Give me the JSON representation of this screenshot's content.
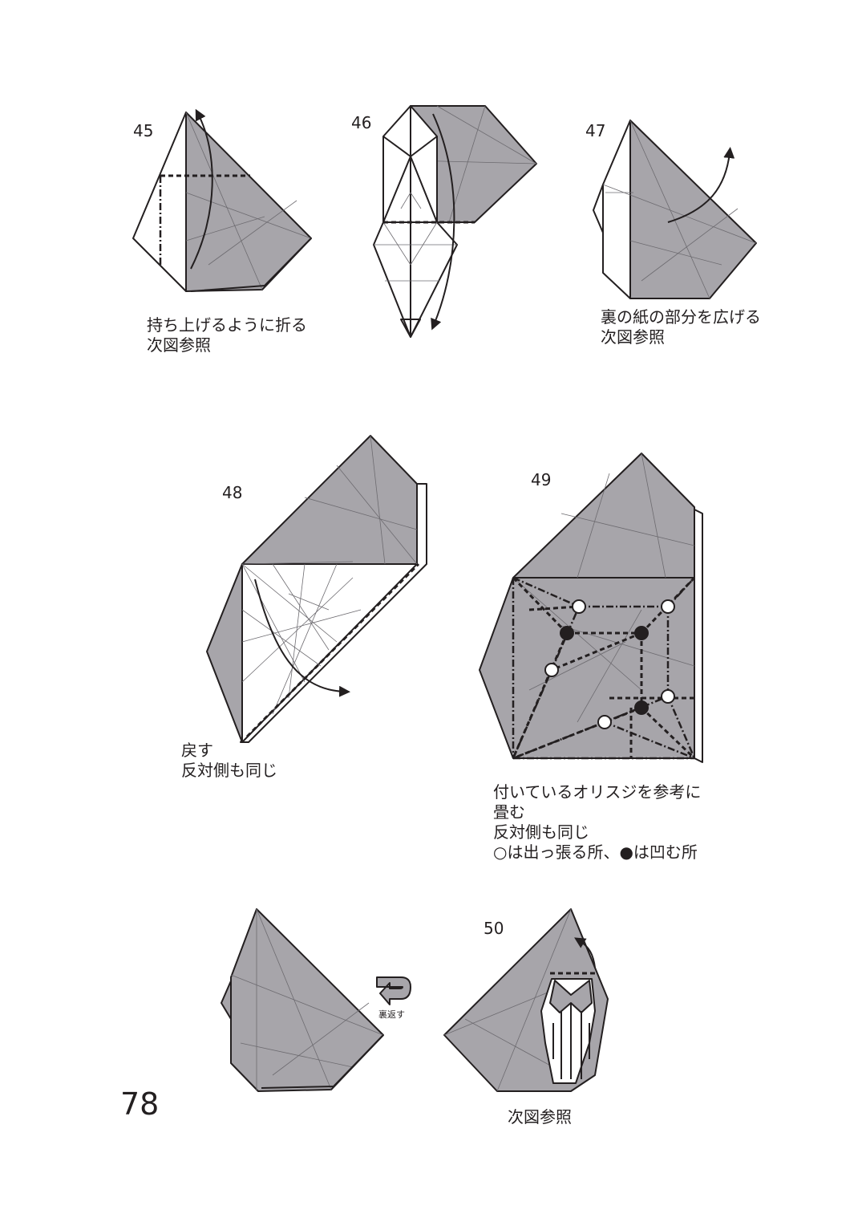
{
  "page_number": "78",
  "steps": {
    "s45": {
      "number": "45",
      "caption": [
        "持ち上げるように折る",
        "次図参照"
      ]
    },
    "s46": {
      "number": "46"
    },
    "s47": {
      "number": "47",
      "caption": [
        "裏の紙の部分を広げる",
        "次図参照"
      ]
    },
    "s48": {
      "number": "48",
      "caption": [
        "戻す",
        "反対側も同じ"
      ]
    },
    "s49": {
      "number": "49",
      "caption": [
        "付いているオリスジを参考に",
        "畳む",
        "反対側も同じ",
        "○は出っ張る所、●は凹む所"
      ]
    },
    "s50": {
      "number": "50",
      "caption": [
        "次図参照"
      ]
    }
  },
  "turn_over_label": "裏返す",
  "colors": {
    "paper_color_side": "#a7a5aa",
    "paper_white_side": "#ffffff",
    "line": "#231f20"
  }
}
